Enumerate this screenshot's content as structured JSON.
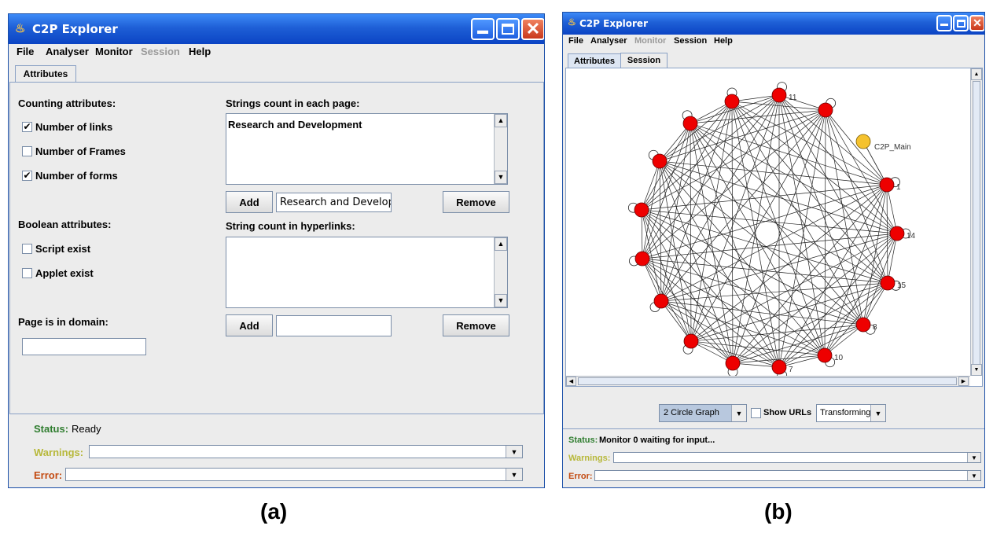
{
  "left": {
    "title": "C2P Explorer",
    "menu": [
      {
        "label": "File",
        "disabled": false
      },
      {
        "label": "Analyser",
        "disabled": false
      },
      {
        "label": "Monitor",
        "disabled": false
      },
      {
        "label": "Session",
        "disabled": true
      },
      {
        "label": "Help",
        "disabled": false
      }
    ],
    "tab": "Attributes",
    "counting_title": "Counting attributes:",
    "checks": [
      {
        "label": "Number of links",
        "checked": true
      },
      {
        "label": "Number of Frames",
        "checked": false
      },
      {
        "label": "Number of forms",
        "checked": true
      }
    ],
    "boolean_title": "Boolean attributes:",
    "bool_checks": [
      {
        "label": "Script exist",
        "checked": false
      },
      {
        "label": "Applet exist",
        "checked": false
      }
    ],
    "domain_title": "Page is in domain:",
    "domain_value": "",
    "strings_title": "Strings count in each page:",
    "strings_list": [
      "Research and Development"
    ],
    "add_label": "Add",
    "remove_label": "Remove",
    "strings_input": "Research and Developm",
    "hyperlinks_title": "String count in hyperlinks:",
    "hyperlinks_input": "",
    "status_label": "Status:",
    "status_value": "Ready",
    "warnings_label": "Warnings:",
    "error_label": "Error:"
  },
  "right": {
    "title": "C2P Explorer",
    "menu": [
      {
        "label": "File",
        "disabled": false
      },
      {
        "label": "Analyser",
        "disabled": false
      },
      {
        "label": "Monitor",
        "disabled": true
      },
      {
        "label": "Session",
        "disabled": false
      },
      {
        "label": "Help",
        "disabled": false
      }
    ],
    "tabs": [
      "Attributes",
      "Session"
    ],
    "active_tab": "Session",
    "graph": {
      "main_label": "C2P_Main",
      "node_labels": [
        "11",
        "1",
        "14",
        "15",
        "8",
        "10",
        "7"
      ],
      "node_color": "#ee0000",
      "main_color": "#f5c22e"
    },
    "layout_select": "2 Circle Graph",
    "show_urls_label": "Show URLs",
    "mode_select": "Transforming",
    "status_label": "Status:",
    "status_value": "Monitor 0 waiting for input...",
    "warnings_label": "Warnings:",
    "error_label": "Error:"
  },
  "captions": [
    "(a)",
    "(b)"
  ]
}
